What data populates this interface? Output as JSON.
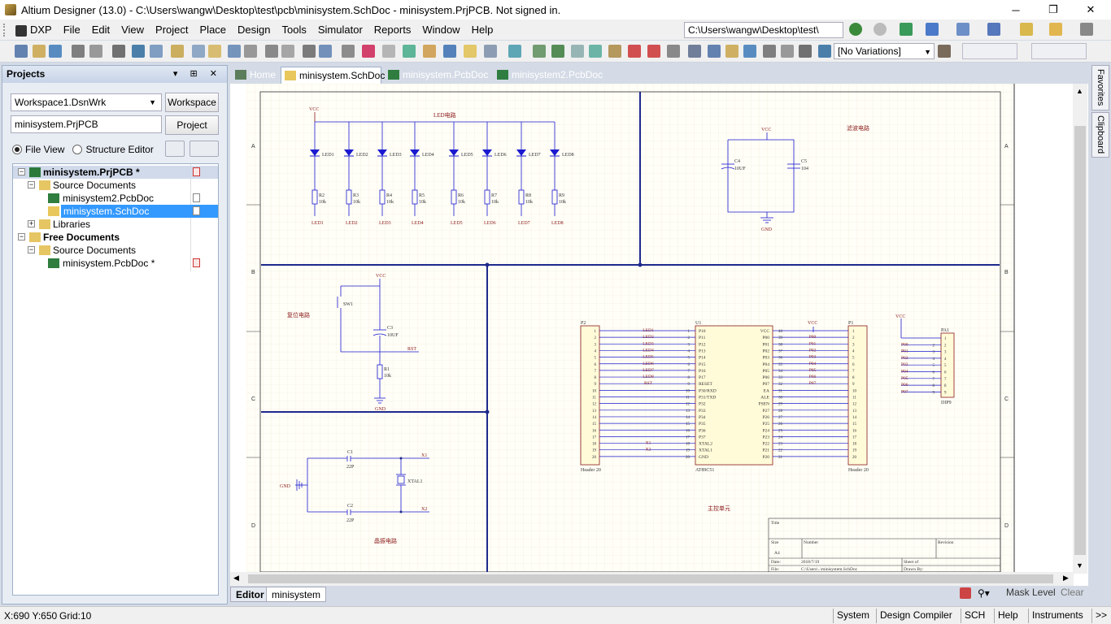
{
  "window": {
    "title": "Altium Designer (13.0) - C:\\Users\\wangw\\Desktop\\test\\pcb\\minisystem.SchDoc - minisystem.PrjPCB. Not signed in.",
    "minimize": "─",
    "restore": "❐",
    "close": "✕"
  },
  "menu": {
    "items": [
      "DXP",
      "File",
      "Edit",
      "View",
      "Project",
      "Place",
      "Design",
      "Tools",
      "Simulator",
      "Reports",
      "Window",
      "Help"
    ],
    "path_combo": "C:\\Users\\wangw\\Desktop\\test\\"
  },
  "toolbar": {
    "variations": "[No Variations]"
  },
  "projects_panel": {
    "title": "Projects",
    "controls": "▾ ⊞ ✕",
    "workspace_combo": "Workspace1.DsnWrk",
    "workspace_button": "Workspace",
    "project_combo": "minisystem.PrjPCB",
    "project_button": "Project",
    "file_view": "File View",
    "structure_editor": "Structure Editor",
    "tree": [
      {
        "label": "minisystem.PrjPCB *",
        "expander": "−",
        "bold": true
      },
      {
        "label": "Source Documents",
        "expander": "−"
      },
      {
        "label": "minisystem2.PcbDoc"
      },
      {
        "label": "minisystem.SchDoc"
      },
      {
        "label": "Libraries",
        "expander": "+"
      },
      {
        "label": "Free Documents",
        "expander": "−",
        "bold": true
      },
      {
        "label": "Source Documents",
        "expander": "−"
      },
      {
        "label": "minisystem.PcbDoc *"
      }
    ]
  },
  "tabs": [
    "Home",
    "minisystem.SchDoc",
    "minisystem.PcbDoc *",
    "minisystem2.PcbDoc"
  ],
  "schematic": {
    "border_rows": [
      "A",
      "B",
      "C",
      "D"
    ],
    "power": {
      "vcc": "VCC",
      "gnd": "GND"
    },
    "led_section": {
      "title": "LED电路",
      "leds": [
        "LED1",
        "LED2",
        "LED3",
        "LED4",
        "LED5",
        "LED6",
        "LED7",
        "LED8"
      ],
      "resistors": [
        "R2",
        "R3",
        "R4",
        "R5",
        "R6",
        "R7",
        "R8",
        "R9"
      ],
      "res_value": "10k",
      "nets": [
        "LED1",
        "LED2",
        "LED3",
        "LED4",
        "LED5",
        "LED6",
        "LED7",
        "LED8"
      ]
    },
    "filter_section": {
      "title": "滤波电路",
      "c4": "C4",
      "c4_value": "10UF",
      "c5": "C5",
      "c5_value": "104"
    },
    "reset_section": {
      "title": "复位电路",
      "sw": "SW1",
      "c3": "C3",
      "c3_value": "10UF",
      "r1": "R1",
      "r1_value": "10k",
      "net": "RST"
    },
    "crystal_section": {
      "title": "晶振电路",
      "c1": "C1",
      "c2": "C2",
      "cap_value": "22P",
      "xtal": "XTAL1",
      "x1": "X1",
      "x2": "X2",
      "gnd": "GND"
    },
    "main_section": {
      "title": "主控单元"
    },
    "mcu": {
      "ref": "U1",
      "part": "AT89C51",
      "left_pins": [
        "P10",
        "P11",
        "P12",
        "P13",
        "P14",
        "P15",
        "P16",
        "P17",
        "RESET",
        "P30/RXD",
        "P31/TXD",
        "P32",
        "P33",
        "P34",
        "P35",
        "P36",
        "P37",
        "XTAL2",
        "XTAL1",
        "GND"
      ],
      "right_pins": [
        "VCC",
        "P00",
        "P01",
        "P02",
        "P03",
        "P04",
        "P05",
        "P06",
        "P07",
        "EA",
        "ALE",
        "PSEN",
        "P27",
        "P26",
        "P25",
        "P24",
        "P23",
        "P22",
        "P21",
        "P20"
      ],
      "left_nums": [
        "1",
        "2",
        "3",
        "4",
        "5",
        "6",
        "7",
        "8",
        "9",
        "10",
        "11",
        "12",
        "13",
        "14",
        "15",
        "16",
        "17",
        "18",
        "19",
        "20"
      ],
      "right_nums": [
        "40",
        "39",
        "38",
        "37",
        "36",
        "35",
        "34",
        "33",
        "32",
        "31",
        "30",
        "29",
        "28",
        "27",
        "26",
        "25",
        "24",
        "23",
        "22",
        "21"
      ],
      "left_nets": [
        "LED1",
        "LED2",
        "LED3",
        "LED4",
        "LED5",
        "LED6",
        "LED7",
        "LED8",
        "RST",
        "",
        "",
        "",
        "",
        "",
        "",
        "",
        "",
        "X1",
        "X2",
        ""
      ],
      "right_nets": [
        "",
        "P00",
        "P01",
        "P02",
        "P03",
        "P04",
        "P05",
        "P06",
        "P07"
      ]
    },
    "headers": {
      "p2": "P2",
      "p1": "P1",
      "label": "Header 20"
    },
    "dip": {
      "ref": "PA1",
      "part": "DIP9",
      "nets": [
        "P00",
        "P01",
        "P02",
        "P03",
        "P04",
        "P05",
        "P06",
        "P07"
      ]
    },
    "title_block": {
      "title": "Title",
      "size": "Size",
      "size_value": "A4",
      "number": "Number",
      "revision": "Revision",
      "date": "Date:",
      "date_value": "2018/7/19",
      "file": "File:",
      "file_value": "C:\\Users\\..\\minisystem.SchDoc",
      "sheet": "Sheet    of",
      "drawn": "Drawn By:"
    }
  },
  "bottom_tabs": [
    "Editor",
    "minisystem"
  ],
  "mask_level": "Mask Level",
  "clear": "Clear",
  "side_tabs": [
    "Favorites",
    "Clipboard"
  ],
  "status": {
    "coords": "X:690 Y:650",
    "grid": "Grid:10",
    "buttons": [
      "System",
      "Design Compiler",
      "SCH",
      "Help",
      "Instruments",
      ">>"
    ]
  },
  "colors": {
    "bus": "#1e2a8c",
    "wire": "#223399",
    "component": "#1a1ad0",
    "label": "#8b1a1a",
    "sheet": "#fffef5",
    "grid": "#eeeadd",
    "selection": "#3399ff"
  }
}
